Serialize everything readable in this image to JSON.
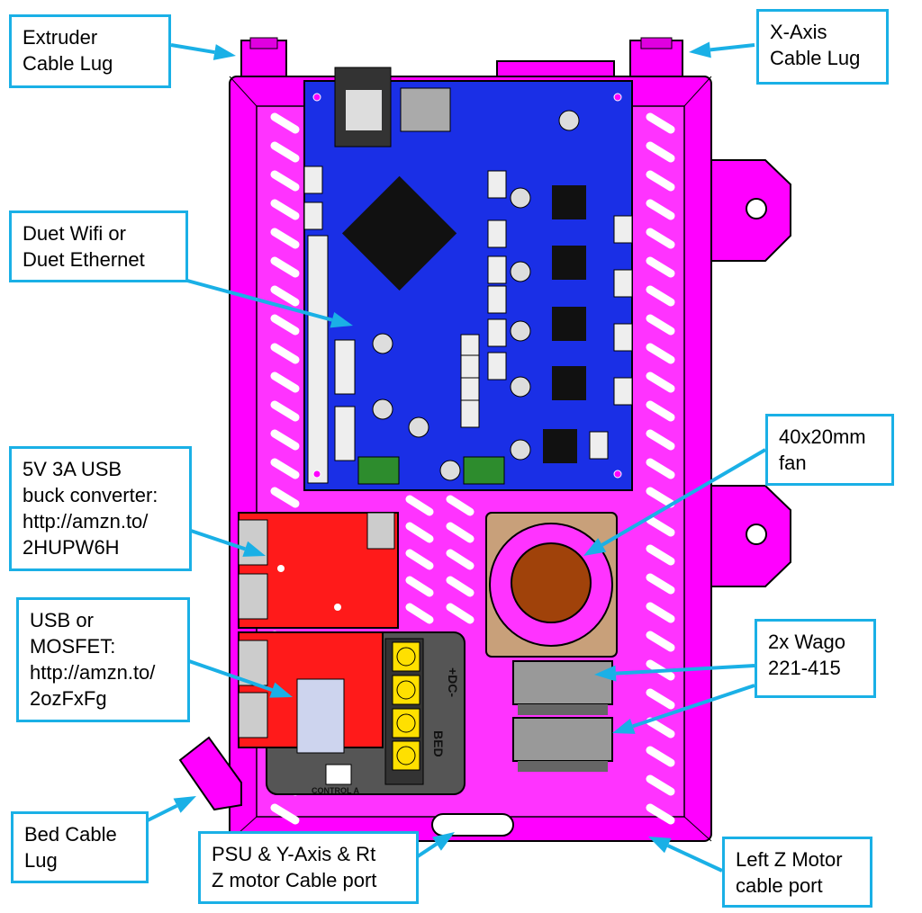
{
  "callouts": {
    "extruder_lug": "Extruder\nCable Lug",
    "x_axis_lug": "X-Axis\nCable Lug",
    "duet": "Duet Wifi or\nDuet Ethernet",
    "fan": "40x20mm\nfan",
    "buck": "5V 3A USB\nbuck converter:\nhttp://amzn.to/\n2HUPW6H",
    "mosfet": "USB or\nMOSFET:\nhttp://amzn.to/\n2ozFxFg",
    "wago": "2x Wago\n221-415",
    "bed_lug": "Bed Cable\nLug",
    "psu_port": "PSU & Y-Axis & Rt\nZ motor Cable port",
    "left_z_port": "Left Z Motor\ncable port"
  },
  "board_labels": {
    "dc": "+DC-",
    "bed": "BED",
    "control": "CONTROL A"
  },
  "colors": {
    "enclosure": "#ff00ff",
    "board": "#1a2fe6",
    "converter": "#ff1a1a",
    "callout_border": "#1ab0e6",
    "fan": "#c8a07a"
  }
}
